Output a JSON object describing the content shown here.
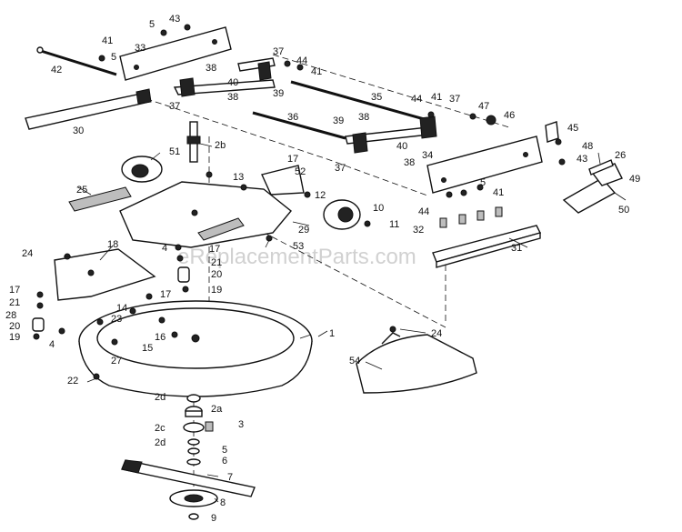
{
  "watermark": "eReplacementParts.com",
  "callouts": [
    "1",
    "2a",
    "2b",
    "2c",
    "2d",
    "3",
    "4",
    "5",
    "6",
    "7",
    "8",
    "9",
    "10",
    "11",
    "12",
    "13",
    "14",
    "15",
    "16",
    "17",
    "18",
    "19",
    "20",
    "21",
    "22",
    "23",
    "24",
    "25",
    "26",
    "27",
    "28",
    "29",
    "30",
    "31",
    "32",
    "33",
    "34",
    "35",
    "36",
    "37",
    "38",
    "39",
    "40",
    "41",
    "42",
    "43",
    "44",
    "45",
    "46",
    "47",
    "48",
    "49",
    "50",
    "51",
    "52",
    "53",
    "54"
  ]
}
